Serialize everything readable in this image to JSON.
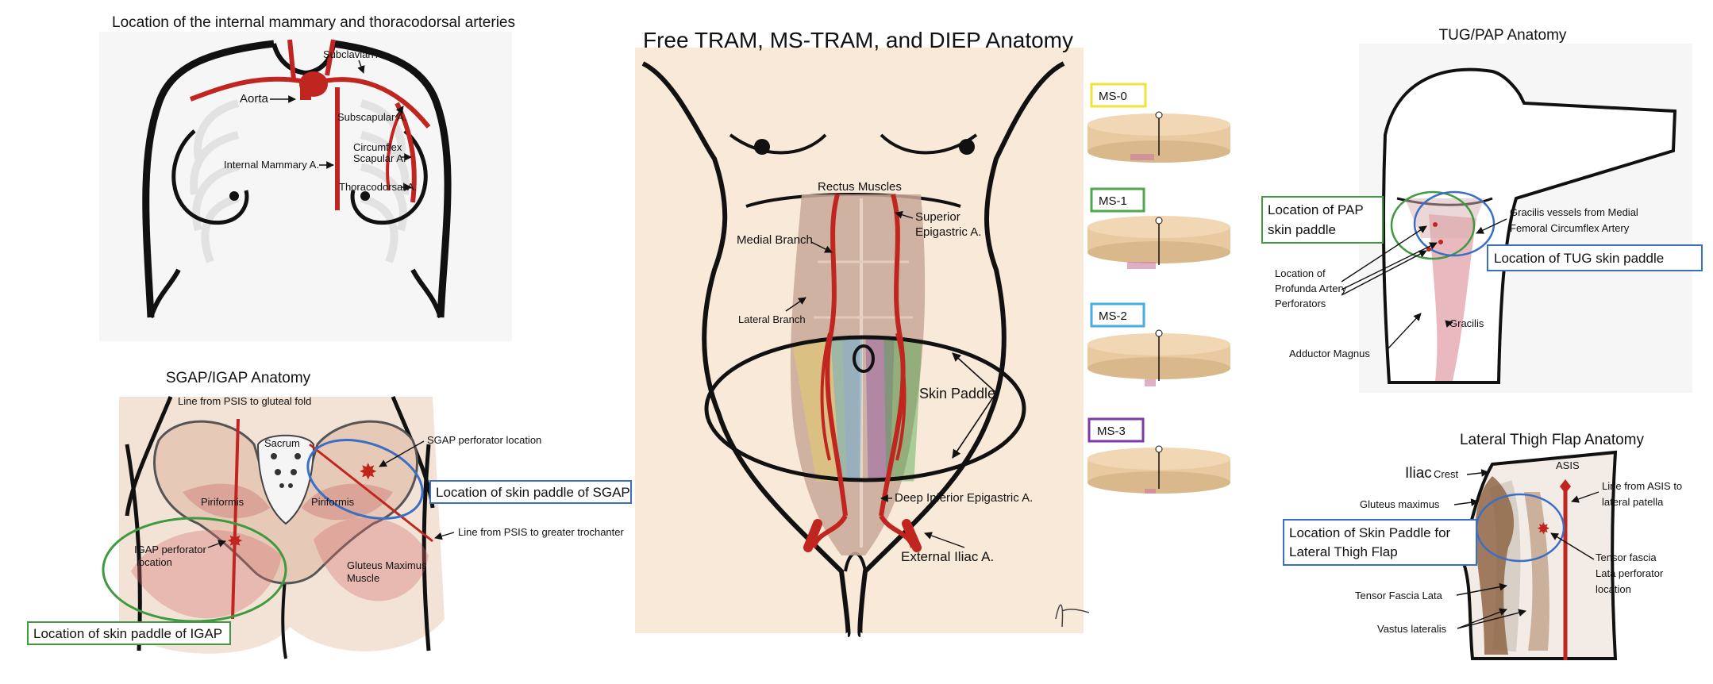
{
  "panels": {
    "chest": {
      "title": "Location of the internal mammary and thoracodorsal arteries",
      "labels": {
        "subclavian": "Subclavian A.",
        "aorta": "Aorta",
        "subscapular": "Subscapular A.",
        "circumflex_1": "Circumflex",
        "circumflex_2": "Scapular A.",
        "internal_mammary": "Internal Mammary A.",
        "thoracodorsal": "Thoracodorsal A."
      }
    },
    "gluteal": {
      "title": "SGAP/IGAP Anatomy",
      "labels": {
        "psis_fold": "Line from PSIS to gluteal fold",
        "sacrum": "Sacrum",
        "sgap_perf": "SGAP perforator location",
        "piriformis_left": "Piriformis",
        "piriformis_right": "Piriformis",
        "igap_perf_1": "IGAP perforator",
        "igap_perf_2": "location",
        "gluteus_max_1": "Gluteus Maximus",
        "gluteus_max_2": "Muscle",
        "psis_trochanter": "Line from PSIS to greater trochanter"
      },
      "boxes": {
        "sgap": "Location of skin paddle of SGAP",
        "igap": "Location of skin paddle of IGAP"
      }
    },
    "abdomen": {
      "title": "Free TRAM, MS-TRAM, and DIEP Anatomy",
      "labels": {
        "rectus": "Rectus Muscles",
        "medial": "Medial Branch",
        "superior_1": "Superior",
        "superior_2": "Epigastric A.",
        "lateral": "Lateral Branch",
        "skin_paddle": "Skin Paddle",
        "deep_inferior": "Deep Inferior Epigastric A.",
        "external_iliac": "External Iliac A."
      },
      "ms_labels": [
        "MS-0",
        "MS-1",
        "MS-2",
        "MS-3"
      ]
    },
    "tug": {
      "title": "TUG/PAP Anatomy",
      "labels": {
        "gracilis_vessels_1": "Gracilis vessels from Medial",
        "gracilis_vessels_2": "Femoral Circumflex Artery",
        "profunda_1": "Location of",
        "profunda_2": "Profunda Artery",
        "profunda_3": "Perforators",
        "gracilis": "Gracilis",
        "adductor": "Adductor Magnus"
      },
      "boxes": {
        "pap_1": "Location of PAP",
        "pap_2": "skin paddle",
        "tug": "Location of TUG skin paddle"
      }
    },
    "thigh": {
      "title": "Lateral Thigh Flap Anatomy",
      "labels": {
        "iliac": "Iliac",
        "crest": "Crest",
        "asis": "ASIS",
        "line_asis_1": "Line from ASIS to",
        "line_asis_2": "lateral patella",
        "gluteus": "Gluteus maximus",
        "tensor_perf_1": "Tensor fascia",
        "tensor_perf_2": "Lata perforator",
        "tensor_perf_3": "location",
        "tfl": "Tensor Fascia Lata",
        "vastus": "Vastus lateralis"
      },
      "boxes": {
        "lat_1": "Location of Skin Paddle for",
        "lat_2": "Lateral Thigh Flap"
      }
    }
  },
  "colors": {
    "artery": "#c0261f",
    "skin": "#f8e9d8",
    "ms0": "#f2e23a",
    "ms1": "#4caa4c",
    "ms2": "#45aee0",
    "ms3": "#7b3aa5",
    "blue_box": "#3a6fc4",
    "green_box": "#3f9a3f"
  }
}
